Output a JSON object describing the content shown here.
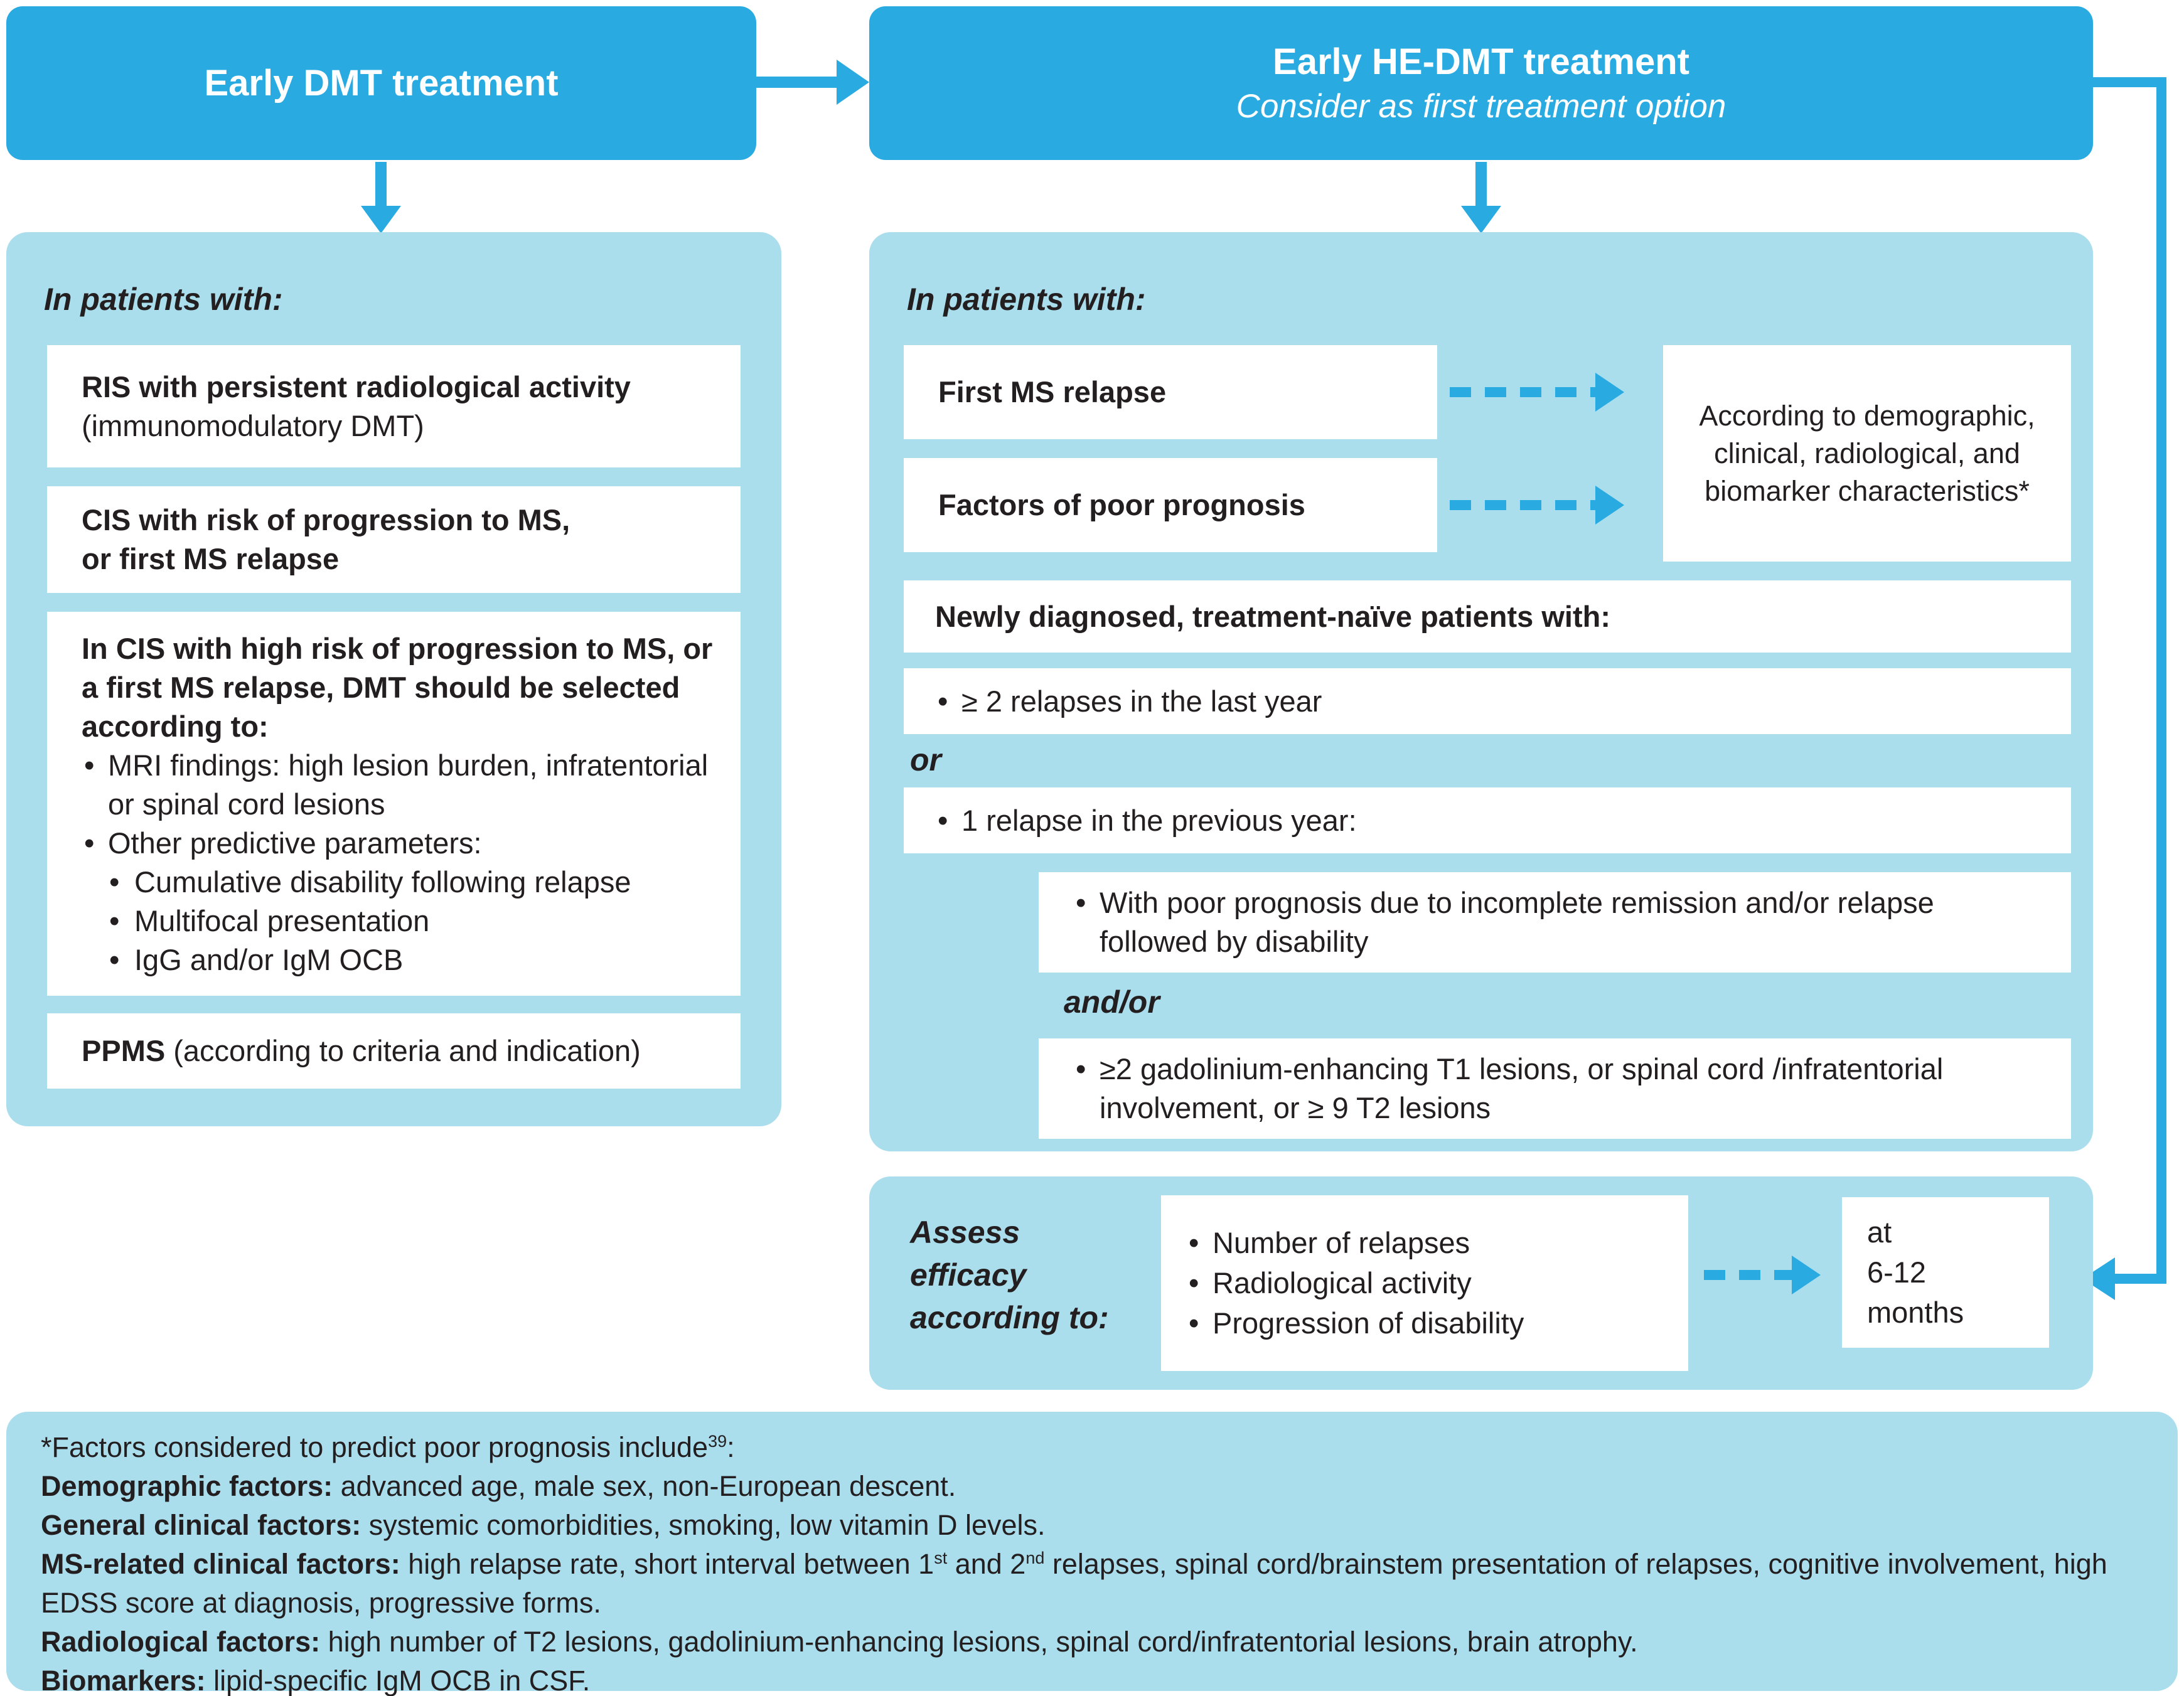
{
  "colors": {
    "accent": "#29abe2",
    "panel_light": "#abdeed",
    "text": "#231f20"
  },
  "headers": {
    "left": {
      "title": "Early DMT treatment"
    },
    "right": {
      "title": "Early HE-DMT treatment",
      "subtitle": "Consider as first treatment option"
    }
  },
  "left_panel": {
    "intro": "In patients with:",
    "box_ris": {
      "line_bold": "RIS with persistent radiological activity",
      "line_normal": "(immunomodulatory DMT)"
    },
    "box_cis": {
      "text": "CIS with risk of progression to MS,\nor first MS relapse"
    },
    "box_cis_high": {
      "heading": "In CIS with high risk of progression to MS, or a first MS relapse, DMT should be selected according to:",
      "bullet_mri": "MRI findings: high lesion burden, infratentorial or spinal cord lesions",
      "bullet_other": "Other predictive parameters:",
      "sub_bullets": [
        "Cumulative disability following relapse",
        "Multifocal presentation",
        "IgG and/or IgM OCB"
      ]
    },
    "box_ppms": {
      "bold": "PPMS",
      "normal": " (according to criteria and indication)"
    }
  },
  "right_panel": {
    "intro": "In patients with:",
    "box_first_relapse": "First MS relapse",
    "box_poor_prognosis": "Factors of poor prognosis",
    "box_according": "According to demographic, clinical, radiological, and biomarker characteristics*",
    "box_newly": "Newly diagnosed, treatment-naïve patients with:",
    "box_two_relapses": "≥ 2 relapses in the last year",
    "or_label": "or",
    "box_one_relapse": "1 relapse in the previous year:",
    "box_poor_remission": "With poor prognosis due to incomplete remission and/or relapse followed by disability",
    "andor_label": "and/or",
    "box_gado": "≥2 gadolinium-enhancing T1 lesions, or spinal cord /infratentorial involvement, or ≥ 9 T2 lesions"
  },
  "assess": {
    "label": "Assess\nefficacy\naccording to:",
    "bullets": [
      "Number of relapses",
      "Radiological activity",
      "Progression of disability"
    ],
    "timing": "at\n6-12\nmonths"
  },
  "footnote": {
    "intro": "*Factors considered to predict poor prognosis include",
    "intro_sup": "39",
    "intro_colon": ":",
    "demographic_label": "Demographic factors:",
    "demographic_text": " advanced age, male sex, non-European descent.",
    "general_label": "General clinical factors:",
    "general_text": " systemic comorbidities, smoking, low vitamin D levels.",
    "ms_label": "MS-related clinical factors:",
    "ms_text_1": " high relapse rate, short interval between 1",
    "ms_sup_1": "st",
    "ms_text_2": " and 2",
    "ms_sup_2": "nd",
    "ms_text_3": " relapses, spinal cord/brainstem presentation of relapses, cognitive involvement, high EDSS score at diagnosis, progressive forms.",
    "radiological_label": "Radiological factors:",
    "radiological_text": " high number of T2 lesions, gadolinium-enhancing lesions, spinal cord/infratentorial lesions, brain atrophy.",
    "biomarkers_label": "Biomarkers:",
    "biomarkers_text": " lipid-specific IgM OCB in CSF."
  }
}
